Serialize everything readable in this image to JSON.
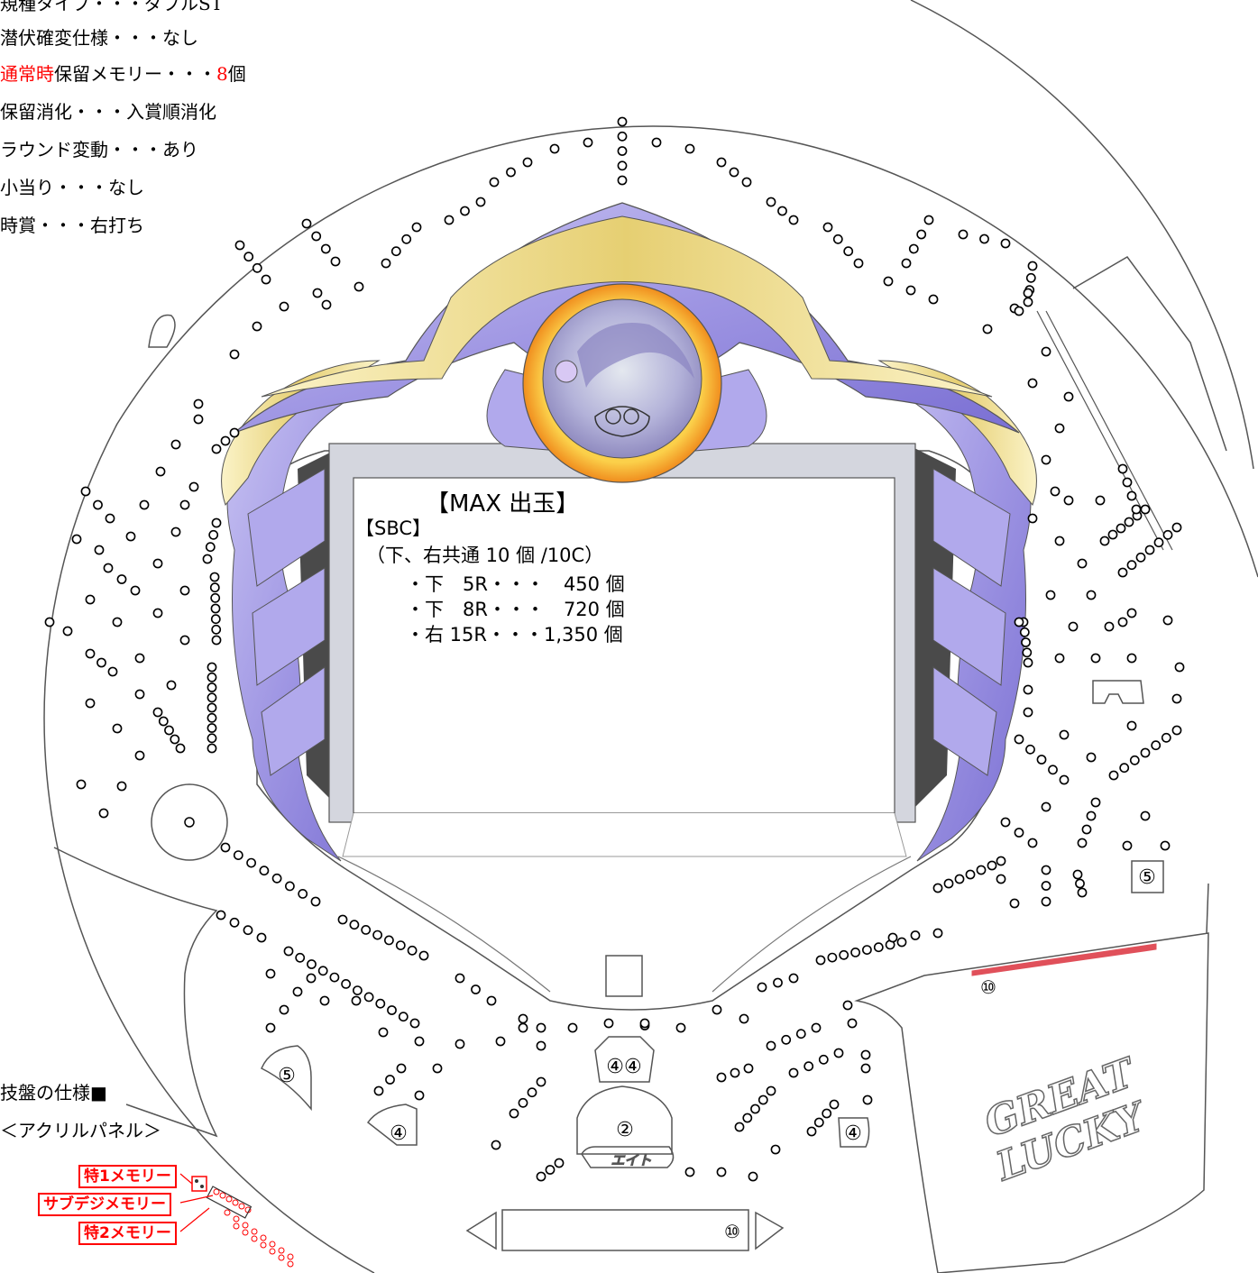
{
  "specs": {
    "top_partial": "規種タイプ・・・ダブルST",
    "sennpuku": "潜伏確変仕様・・・なし",
    "hold_memory_prefix": "通常時",
    "hold_memory_mid": "保留メモリー・・・",
    "hold_memory_value": "8",
    "hold_memory_suffix": "個",
    "hold_consume": "保留消化・・・入賞順消化",
    "round_change": "ラウンド変動・・・あり",
    "koatari": "小当り・・・なし",
    "jishou": "時賞・・・右打ち"
  },
  "max_box": {
    "title": "【MAX 出玉】",
    "sbc_title": "【SBC】",
    "sbc_sub": "（下、右共通 10 個 /10C）",
    "payouts": [
      "・下　5R・・・　450 個",
      "・下　8R・・・　720 個",
      "・右 15R・・・1,350 個"
    ]
  },
  "lower_left": {
    "board_spec": "技盤の仕様■",
    "acrylic": "＜アクリルパネル＞"
  },
  "memory_labels": {
    "toku1": "特1メモリー",
    "subdigi": "サブデジメモリー",
    "toku2": "特2メモリー"
  },
  "pocket_labels": {
    "five_left": "⑤",
    "four_left": "④",
    "four_four": "④④",
    "two": "②",
    "eight_label": "エイト",
    "four_right": "④",
    "five_right": "⑤",
    "ten_right": "⑩",
    "ten_bottom": "⑩"
  },
  "logo": {
    "line1": "GREAT",
    "line2": "LUCKY"
  },
  "colors": {
    "purple": "#a9a1e6",
    "purple_dark": "#7b6fd6",
    "gold": "#e8d277",
    "gold_light": "#f5eab0",
    "orange": "#f3a52a",
    "memory_red": "#ff0000",
    "attacker_red": "#e0505a"
  }
}
